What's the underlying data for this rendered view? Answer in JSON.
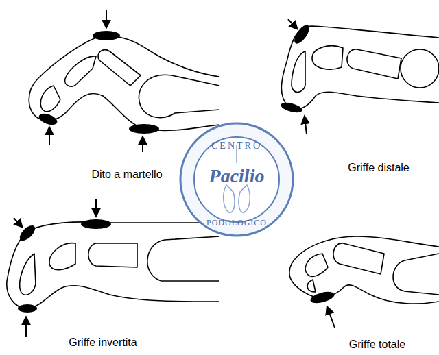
{
  "diagram": {
    "labels": [
      "Dito a martello",
      "Griffe distale",
      "CENTRO",
      "Pacilio",
      "PODOLOGICO",
      "Griffe invertita",
      "Griffe totale"
    ]
  }
}
